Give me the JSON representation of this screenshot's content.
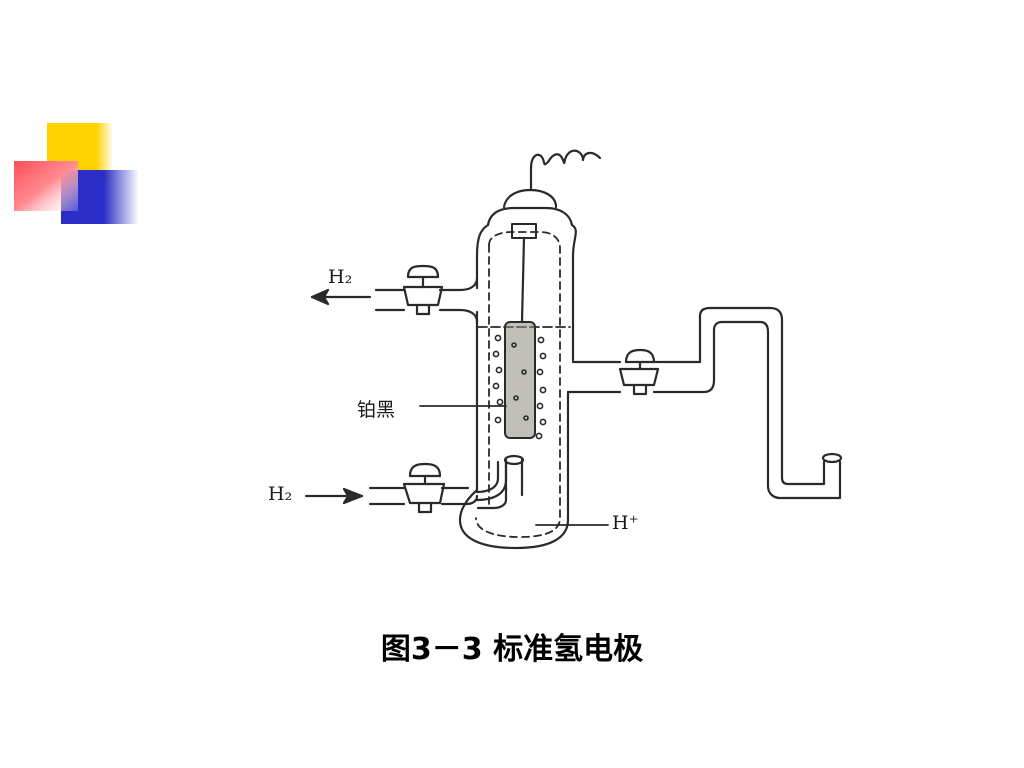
{
  "labels": {
    "h2_out": "H₂",
    "h2_in": "H₂",
    "platinum_black": "铂黑",
    "h_ion": "H⁺"
  },
  "caption": {
    "figure_number": "图3－3",
    "title": "标准氢电极"
  },
  "colors": {
    "deco_yellow": "#ffd200",
    "deco_red": "#ff4f58",
    "deco_blue": "#2c2ec8",
    "line": "#2a2a2a",
    "platinum_fill": "#8c8c80"
  }
}
